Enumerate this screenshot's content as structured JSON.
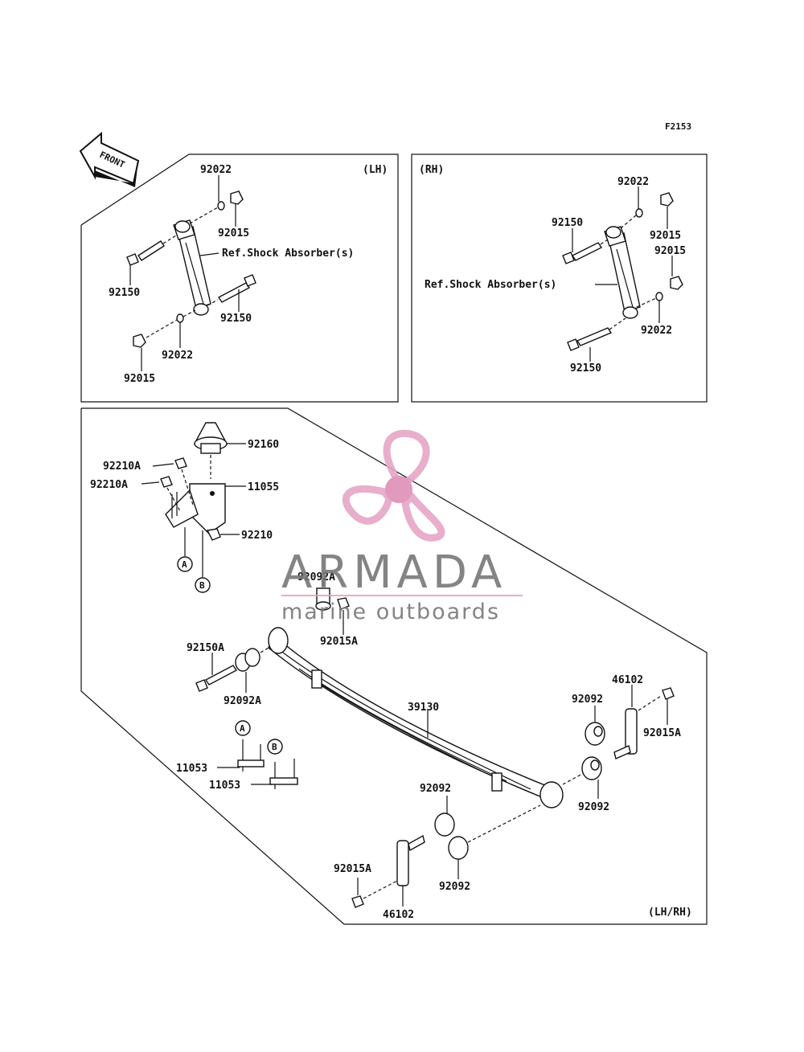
{
  "figure_code": "F2153",
  "front_label": "FRONT",
  "lh_panel": {
    "title": "(LH)",
    "ref_label": "Ref.Shock Absorber(s)",
    "parts": {
      "top_washer": "92022",
      "top_nut": "92015",
      "top_bolt": "92150",
      "bottom_bolt": "92150",
      "bottom_washer": "92022",
      "bottom_nut": "92015"
    }
  },
  "rh_panel": {
    "title": "(RH)",
    "ref_label": "Ref.Shock Absorber(s)",
    "parts": {
      "top_washer": "92022",
      "top_bolt": "92150",
      "top_nut": "92015",
      "mid_nut": "92015",
      "bottom_washer": "92022",
      "bottom_bolt": "92150"
    }
  },
  "main_panel": {
    "title": "(LH/RH)",
    "parts": {
      "bump_stop": "92160",
      "bracket": "11055",
      "nut_a1": "92210A",
      "nut_a2": "92210A",
      "nut": "92210",
      "ref_a": "A",
      "ref_b": "B",
      "bushing_top": "92092A",
      "nut_top": "92015A",
      "bolt_front": "92150A",
      "bushing_front": "92092A",
      "leaf_spring": "39130",
      "u_bolt_1": "11053",
      "u_bolt_2": "11053",
      "ref_a2": "A",
      "ref_b2": "B",
      "shackle_right": "46102",
      "bush_r1": "92092",
      "nut_r": "92015A",
      "bush_r2": "92092",
      "bush_c1": "92092",
      "bush_c2": "92092",
      "nut_c": "92015A",
      "shackle_bottom": "46102"
    }
  },
  "watermark": {
    "brand": "ARMADA",
    "tagline": "marine outboards",
    "colors": {
      "logo_pink": "#e6a6c6",
      "logo_dark_pink": "#df8fb8",
      "text_gray": "#777777",
      "rule_pink": "#e8a0c4"
    }
  }
}
